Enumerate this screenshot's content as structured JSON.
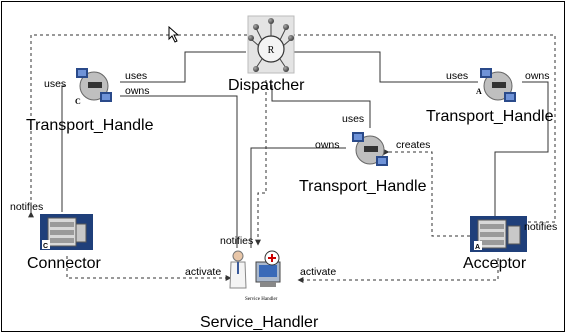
{
  "nodes": {
    "dispatcher": "Dispatcher",
    "transport_left": "Transport_Handle",
    "transport_right": "Transport_Handle",
    "transport_center": "Transport_Handle",
    "connector": "Connector",
    "acceptor": "Acceptor",
    "service_handler": "Service_Handler"
  },
  "icon_letters": {
    "dispatcher": "R",
    "transport_left": "C",
    "transport_right": "A",
    "connector": "C",
    "acceptor": "A",
    "service_handler_caption": "Service Handler"
  },
  "edges": {
    "uses_left_dispatcher": "uses",
    "uses_left_transport": "uses",
    "owns_left": "owns",
    "uses_right_dispatcher": "uses",
    "owns_right": "owns",
    "uses_center": "uses",
    "owns_center": "owns",
    "creates": "creates",
    "notifies_connector": "notifies",
    "notifies_service": "notifies",
    "notifies_acceptor": "notifies",
    "activate_left": "activate",
    "activate_right": "activate"
  },
  "colors": {
    "line": "#333333",
    "dispatcher_bg": "#e4e4e4",
    "device_dark": "#2a4a8a",
    "device_screen": "#6f93d8",
    "server_blue": "#1f3f7a"
  }
}
